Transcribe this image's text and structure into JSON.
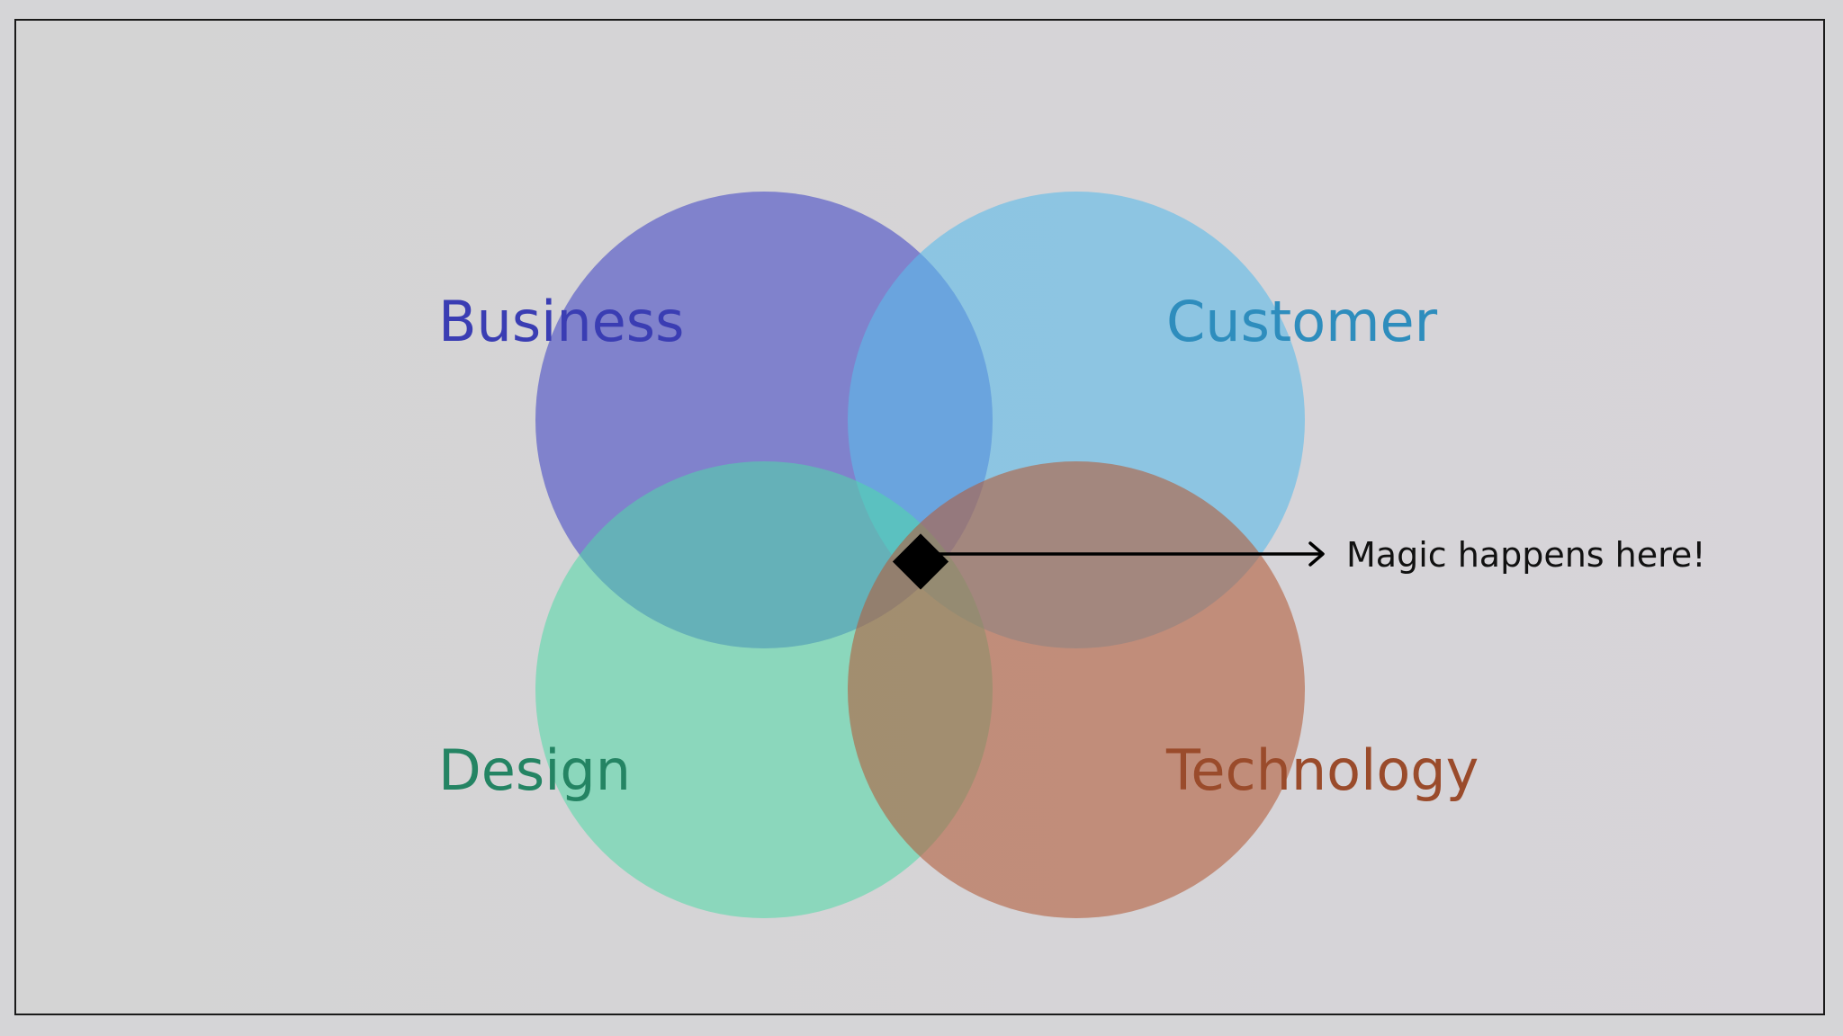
{
  "diagram": {
    "title": "",
    "sets": [
      {
        "id": "business",
        "label": "Business",
        "fill": "#5b5fc7",
        "text_color": "#3a3db3"
      },
      {
        "id": "customer",
        "label": "Customer",
        "fill": "#5bbbea",
        "text_color": "#2e8dbd"
      },
      {
        "id": "design",
        "label": "Design",
        "fill": "#4ed8a7",
        "text_color": "#248463"
      },
      {
        "id": "technology",
        "label": "Technology",
        "fill": "#b35e3c",
        "text_color": "#9a4b2b"
      }
    ],
    "callout": {
      "text": "Magic happens here!",
      "marker_color": "#000000"
    },
    "background": "#d5d5d7",
    "border_color": "#1a1a1a"
  }
}
